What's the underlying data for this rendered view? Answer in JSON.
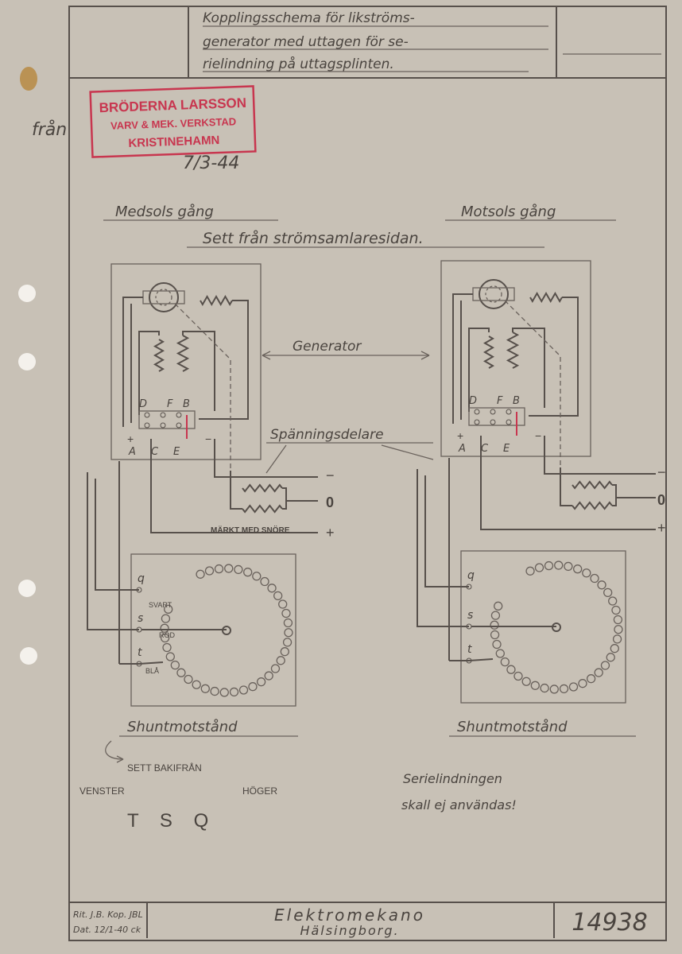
{
  "title_block": {
    "title_lines": [
      "Kopplingsschema för likströms-",
      "generator med uttagen för se-",
      "rielindning på uttagsplinten."
    ]
  },
  "annotations": {
    "fran": "från",
    "date": "7/3-44",
    "stamp_lines": [
      "BRÖDERNA LARSSON",
      "VARV & MEK. VERKSTAD",
      "KRISTINEHAMN"
    ],
    "left_heading": "Medsols gång",
    "right_heading": "Motsols gång",
    "subheading": "Sett från strömsamlaresidan.",
    "generator": "Generator",
    "voltage_divider": "Spänningsdelare",
    "marked_with_string": "MÄRKT MED SNÖRE",
    "sett_bakifran": "SETT BAKIFRÅN",
    "venster": "VENSTER",
    "hoger": "HÖGER",
    "tsq": "T S Q",
    "note_lines": [
      "Serielindningen",
      "skall ej användas!"
    ]
  },
  "terminals": {
    "D": "D",
    "F": "F",
    "B": "B",
    "A": "A",
    "C": "C",
    "E": "E",
    "plus": "+",
    "minus": "−",
    "zero": "0"
  },
  "rheostat": {
    "q": "q",
    "s": "s",
    "t": "t",
    "svart": "SVART",
    "rod": "RÖD",
    "bla": "BLÅ",
    "label": "Shuntmotstånd"
  },
  "footer": {
    "drawn_line1": "Rit. J.B. Kop. JBL",
    "drawn_line2": "Dat. 12/1-40 ck",
    "company_line1": "Elektromekano",
    "company_line2": "Hälsingborg.",
    "drawing_number": "14938"
  },
  "colors": {
    "paper": "#c8c1b6",
    "ink": "#57504b",
    "stamp": "#c8364f"
  }
}
